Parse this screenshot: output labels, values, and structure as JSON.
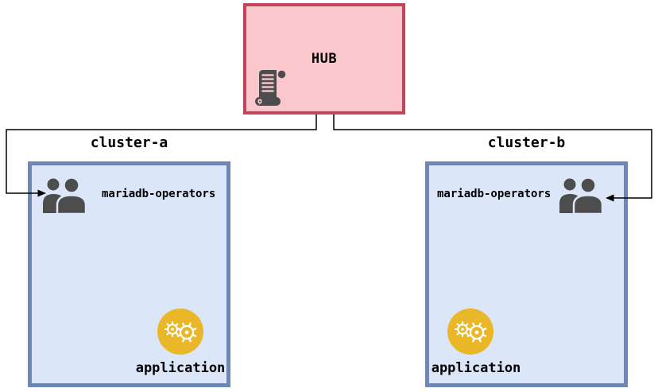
{
  "hub": {
    "label": "HUB",
    "icon": "scroll-icon"
  },
  "clusters": [
    {
      "label": "cluster-a",
      "operator": {
        "icon": "users-icon",
        "label": "mariadb-operators"
      },
      "application": {
        "icon": "gears-icon",
        "label": "application"
      }
    },
    {
      "label": "cluster-b",
      "operator": {
        "icon": "users-icon",
        "label": "mariadb-operators"
      },
      "application": {
        "icon": "gears-icon",
        "label": "application"
      }
    }
  ],
  "connections": [
    {
      "from": "HUB",
      "to": "cluster-a mariadb-operators",
      "style": "elbow-arrow"
    },
    {
      "from": "HUB",
      "to": "cluster-b mariadb-operators",
      "style": "elbow-arrow"
    }
  ],
  "colors": {
    "hub_fill": "#FAC8CC",
    "hub_stroke": "#C24458",
    "cluster_fill": "#DBE6F8",
    "cluster_stroke": "#6C87B8",
    "icon_gray": "#4D4D4D",
    "application_yellow": "#E9B727",
    "connector": "#000000",
    "canvas_background": "#FFFFFF",
    "text": "#000000"
  }
}
